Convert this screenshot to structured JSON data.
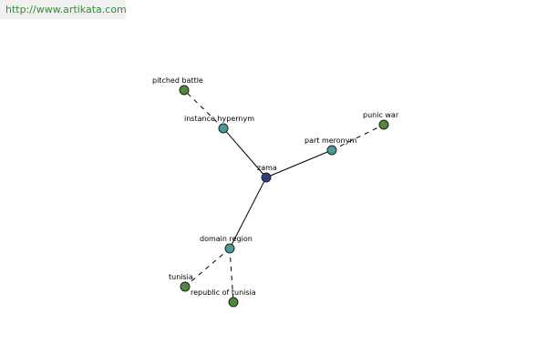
{
  "site_url": "http://www.artikata.com",
  "colors": {
    "center_node": "#2e3f7f",
    "relation_node": "#4a9a97",
    "leaf_node": "#4f8a3c",
    "edge": "#000000"
  },
  "graph": {
    "nodes": [
      {
        "id": "zama",
        "label": "zama",
        "kind": "center"
      },
      {
        "id": "instance-hypernym",
        "label": "instance hypernym",
        "kind": "relation"
      },
      {
        "id": "part-meronym",
        "label": "part meronym",
        "kind": "relation"
      },
      {
        "id": "domain-region",
        "label": "domain region",
        "kind": "relation"
      },
      {
        "id": "pitched-battle",
        "label": "pitched battle",
        "kind": "leaf"
      },
      {
        "id": "punic-war",
        "label": "punic war",
        "kind": "leaf"
      },
      {
        "id": "tunisia",
        "label": "tunisia",
        "kind": "leaf"
      },
      {
        "id": "republic-of-tunisia",
        "label": "republic of tunisia",
        "kind": "leaf"
      }
    ],
    "edges": [
      {
        "from": "zama",
        "to": "instance-hypernym",
        "style": "solid"
      },
      {
        "from": "zama",
        "to": "part-meronym",
        "style": "solid"
      },
      {
        "from": "zama",
        "to": "domain-region",
        "style": "solid"
      },
      {
        "from": "instance-hypernym",
        "to": "pitched-battle",
        "style": "dashed"
      },
      {
        "from": "part-meronym",
        "to": "punic-war",
        "style": "dashed"
      },
      {
        "from": "domain-region",
        "to": "tunisia",
        "style": "dashed"
      },
      {
        "from": "domain-region",
        "to": "republic-of-tunisia",
        "style": "dashed"
      }
    ]
  }
}
